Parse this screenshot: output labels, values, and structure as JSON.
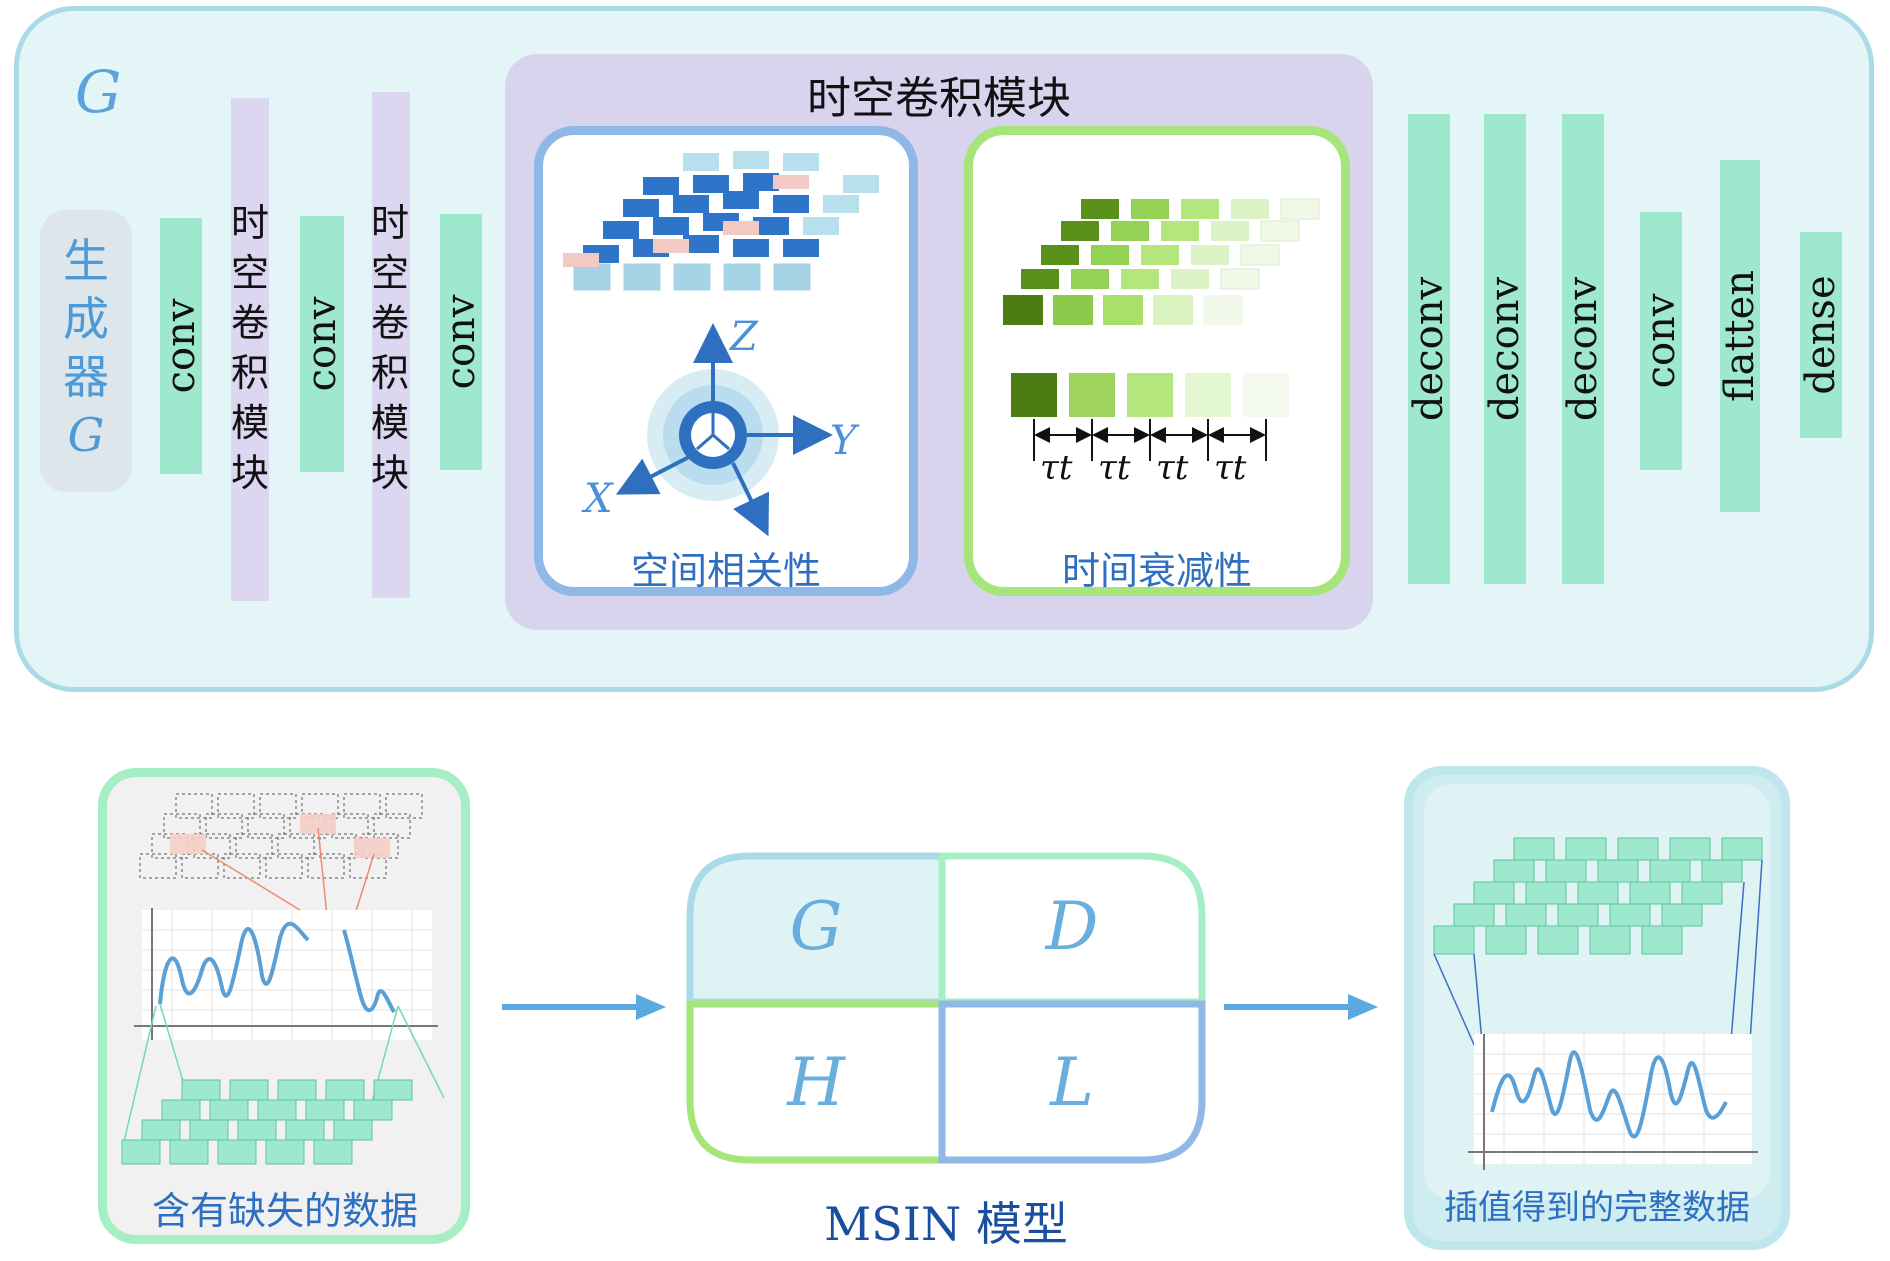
{
  "generator": {
    "title": "G",
    "box_label_chars": [
      "生",
      "成",
      "器"
    ],
    "box_label_symbol": "G",
    "layers_left": [
      "conv",
      "conv",
      "conv"
    ],
    "stc_block_chars": [
      "时",
      "空",
      "卷",
      "积",
      "模",
      "块"
    ],
    "layers_right": [
      "deconv",
      "deconv",
      "deconv",
      "conv",
      "flatten",
      "dense"
    ]
  },
  "stc_module": {
    "title": "时空卷积模块",
    "spatial": {
      "caption": "空间相关性",
      "axes": {
        "x": "X",
        "y": "Y",
        "z": "Z"
      }
    },
    "temporal": {
      "caption": "时间衰减性",
      "tau_labels": [
        "τt",
        "τt",
        "τt",
        "τt"
      ]
    }
  },
  "pipeline": {
    "input_caption": "含有缺失的数据",
    "model": {
      "cells": [
        "G",
        "D",
        "H",
        "L"
      ],
      "label": "MSIN 模型"
    },
    "output_caption": "插值得到的完整数据"
  },
  "colors": {
    "accent_blue": "#5aa9e0",
    "mint": "#9ee9cd",
    "lavender": "#ddd6f0",
    "panel_bg": "#e4f5f7",
    "green_border": "#a6e57a",
    "blue_border": "#8fb8e6"
  }
}
